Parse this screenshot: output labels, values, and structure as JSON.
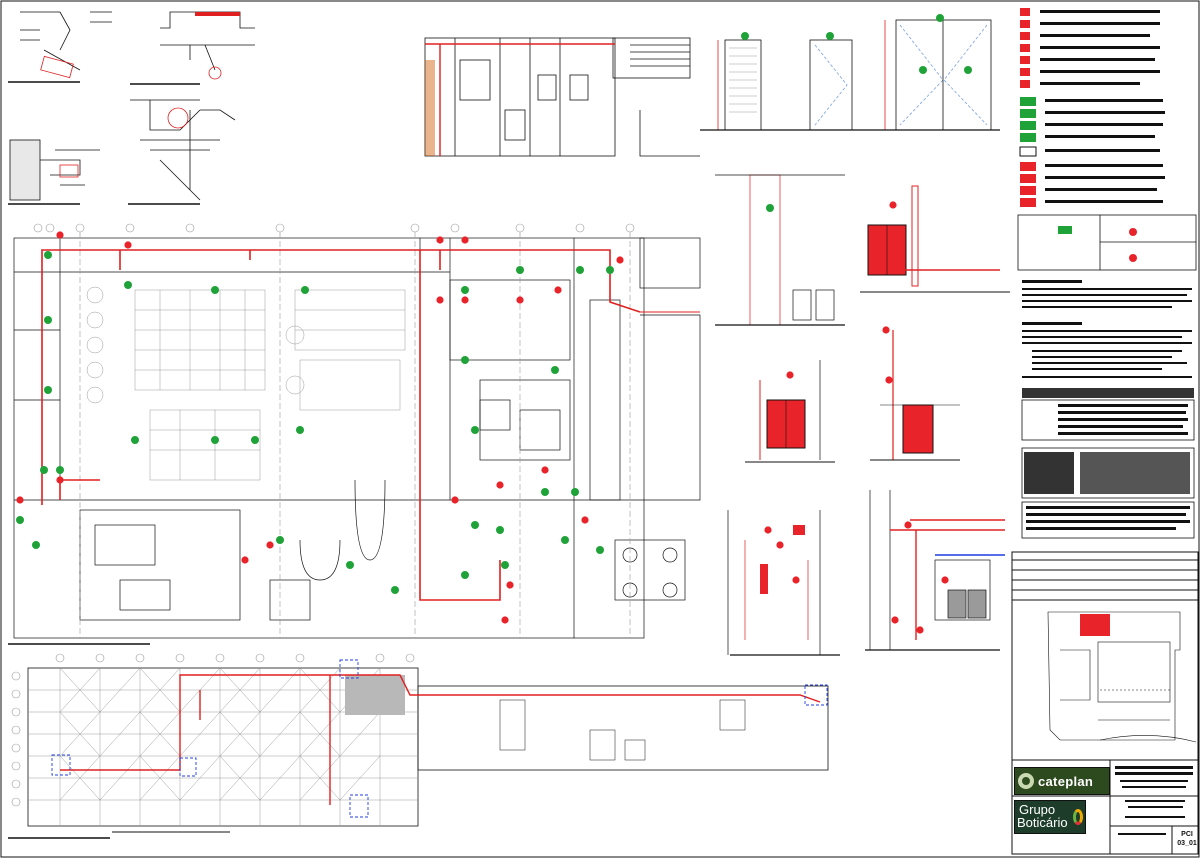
{
  "title_block": {
    "company": "cateplan",
    "client_line1": "Grupo",
    "client_line2": "Boticário",
    "sheet_label": "PCI",
    "sheet_number": "03_01"
  },
  "colors": {
    "background": "#ffffff",
    "drawing_lines": "#111111",
    "fire_pipe_red": "#e02020",
    "equipment_red": "#e8232a",
    "exit_sign_green": "#1fa338",
    "dimension_blue": "#1f3ee0",
    "grid_gray": "#9a9a9a",
    "logo_dark_green": "#2d4a1e"
  },
  "icons": {
    "exit_sign": "green-exit-sign-icon",
    "extinguisher": "red-extinguisher-icon",
    "hydrant": "red-hydrant-cabinet-icon",
    "alarm": "red-alarm-icon",
    "grid_bubble": "grid-bubble-icon"
  }
}
